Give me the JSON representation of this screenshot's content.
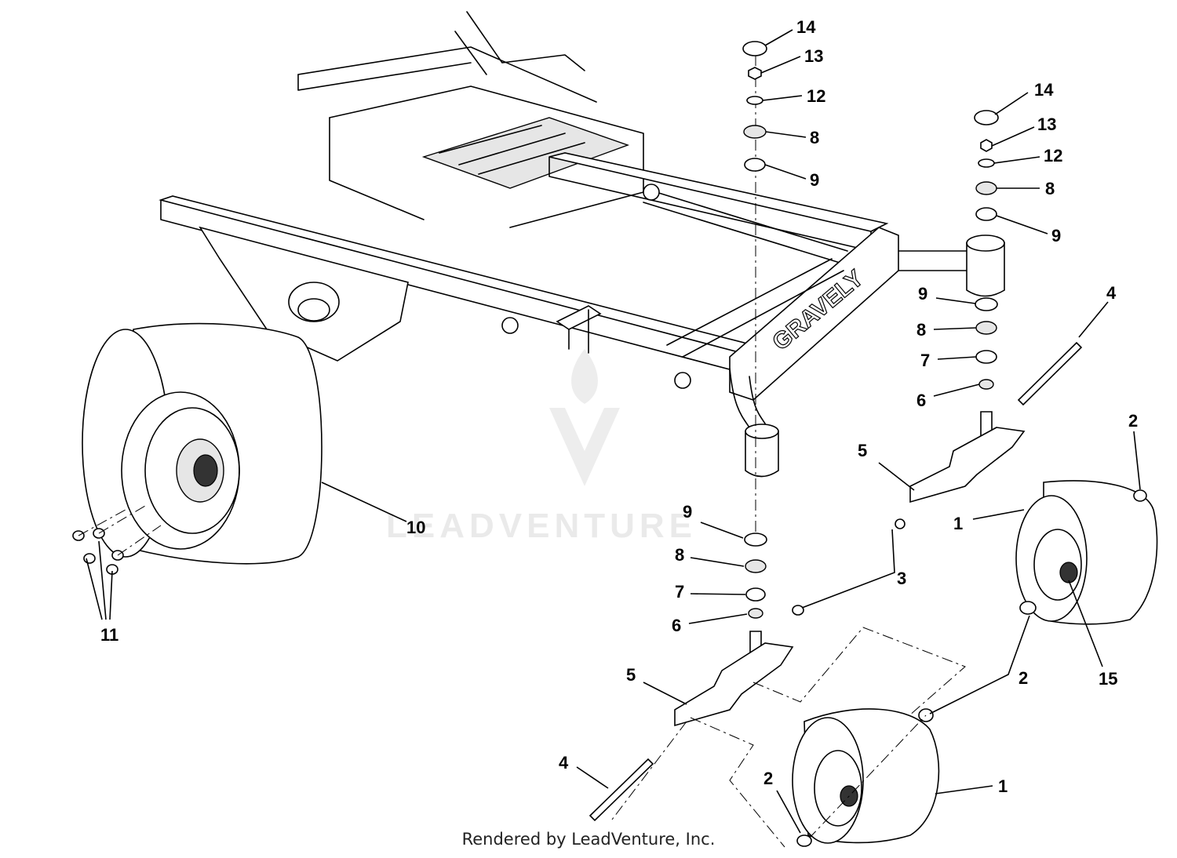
{
  "callouts": [
    {
      "id": "c14a",
      "text": "14"
    },
    {
      "id": "c13a",
      "text": "13"
    },
    {
      "id": "c12a",
      "text": "12"
    },
    {
      "id": "c8a",
      "text": "8"
    },
    {
      "id": "c9a",
      "text": "9"
    },
    {
      "id": "c14b",
      "text": "14"
    },
    {
      "id": "c13b",
      "text": "13"
    },
    {
      "id": "c12b",
      "text": "12"
    },
    {
      "id": "c8b",
      "text": "8"
    },
    {
      "id": "c9b",
      "text": "9"
    },
    {
      "id": "c9c",
      "text": "9"
    },
    {
      "id": "c8c",
      "text": "8"
    },
    {
      "id": "c7c",
      "text": "7"
    },
    {
      "id": "c6c",
      "text": "6"
    },
    {
      "id": "c4a",
      "text": "4"
    },
    {
      "id": "c2a",
      "text": "2"
    },
    {
      "id": "c5a",
      "text": "5"
    },
    {
      "id": "c1a",
      "text": "1"
    },
    {
      "id": "c10",
      "text": "10"
    },
    {
      "id": "c11",
      "text": "11"
    },
    {
      "id": "c9d",
      "text": "9"
    },
    {
      "id": "c8d",
      "text": "8"
    },
    {
      "id": "c7d",
      "text": "7"
    },
    {
      "id": "c6d",
      "text": "6"
    },
    {
      "id": "c3",
      "text": "3"
    },
    {
      "id": "c15",
      "text": "15"
    },
    {
      "id": "c2b",
      "text": "2"
    },
    {
      "id": "c5b",
      "text": "5"
    },
    {
      "id": "c4b",
      "text": "4"
    },
    {
      "id": "c2c",
      "text": "2"
    },
    {
      "id": "c1b",
      "text": "1"
    }
  ],
  "brand_text": "GRAVELY",
  "watermark": "LEADVENTURE",
  "footer": "Rendered by LeadVenture, Inc."
}
